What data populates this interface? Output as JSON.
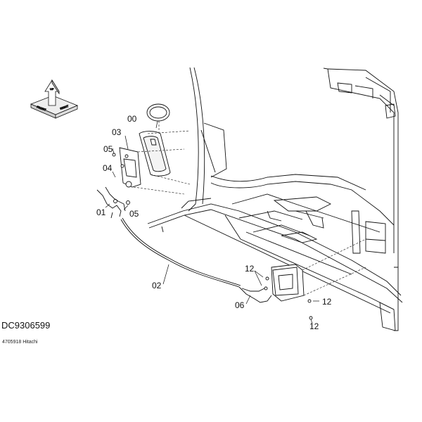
{
  "drawing": {
    "id": "DC9306599",
    "reference": "4705918 Hitachi"
  },
  "orientation_indicator": {
    "label_front": "FRONT",
    "label_right": "RIGHT",
    "label_up": "UP"
  },
  "callouts": {
    "c00": "00",
    "c01": "01",
    "c02": "02",
    "c03": "03",
    "c04": "04",
    "c05a": "05",
    "c05b": "05",
    "c06": "06",
    "c12a": "12",
    "c12b": "12",
    "c12c": "12"
  }
}
